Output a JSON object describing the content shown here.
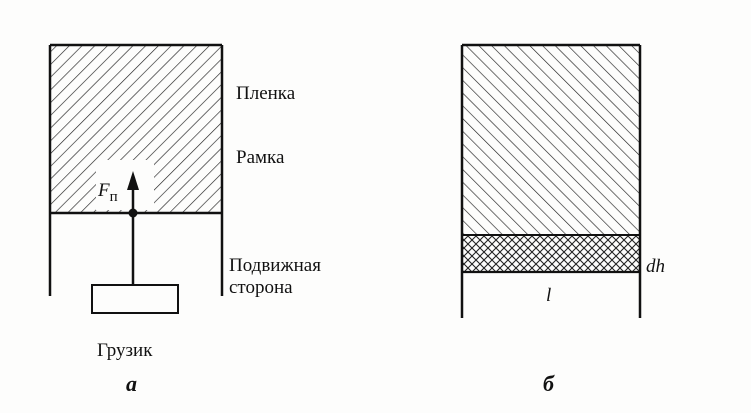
{
  "panel_a": {
    "label_film": "Пленка",
    "label_frame": "Рамка",
    "label_movable_line1": "Подвижная",
    "label_movable_line2": "сторона",
    "label_force": "F",
    "label_force_sub": "п",
    "label_load": "Грузик",
    "panel_letter": "а"
  },
  "panel_b": {
    "label_dh": "dh",
    "label_l": "l",
    "panel_letter": "б"
  }
}
